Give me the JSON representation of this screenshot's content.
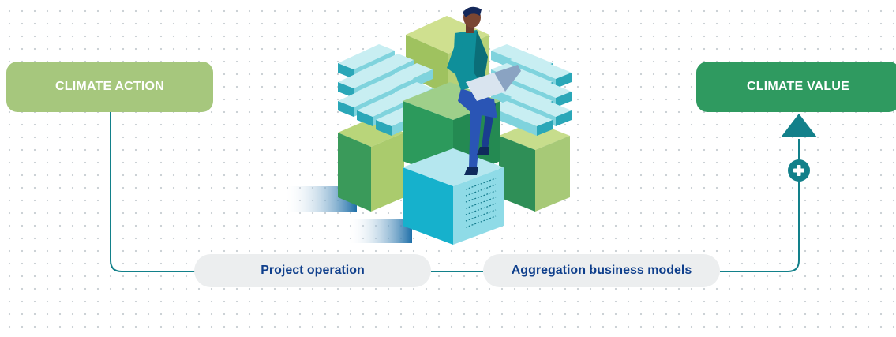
{
  "nodes": {
    "climate_action": "CLIMATE ACTION",
    "climate_value": "CLIMATE VALUE"
  },
  "steps": {
    "project_operation": "Project operation",
    "aggregation_business_models": "Aggregation business models"
  },
  "icons": {
    "plus": "plus-icon",
    "arrow": "arrow-up-icon"
  },
  "colors": {
    "climate_action": "#a6c77d",
    "climate_value": "#2f9a60",
    "connector": "#12808a",
    "step_text": "#0f3f8c",
    "step_background": "#eceeef"
  }
}
